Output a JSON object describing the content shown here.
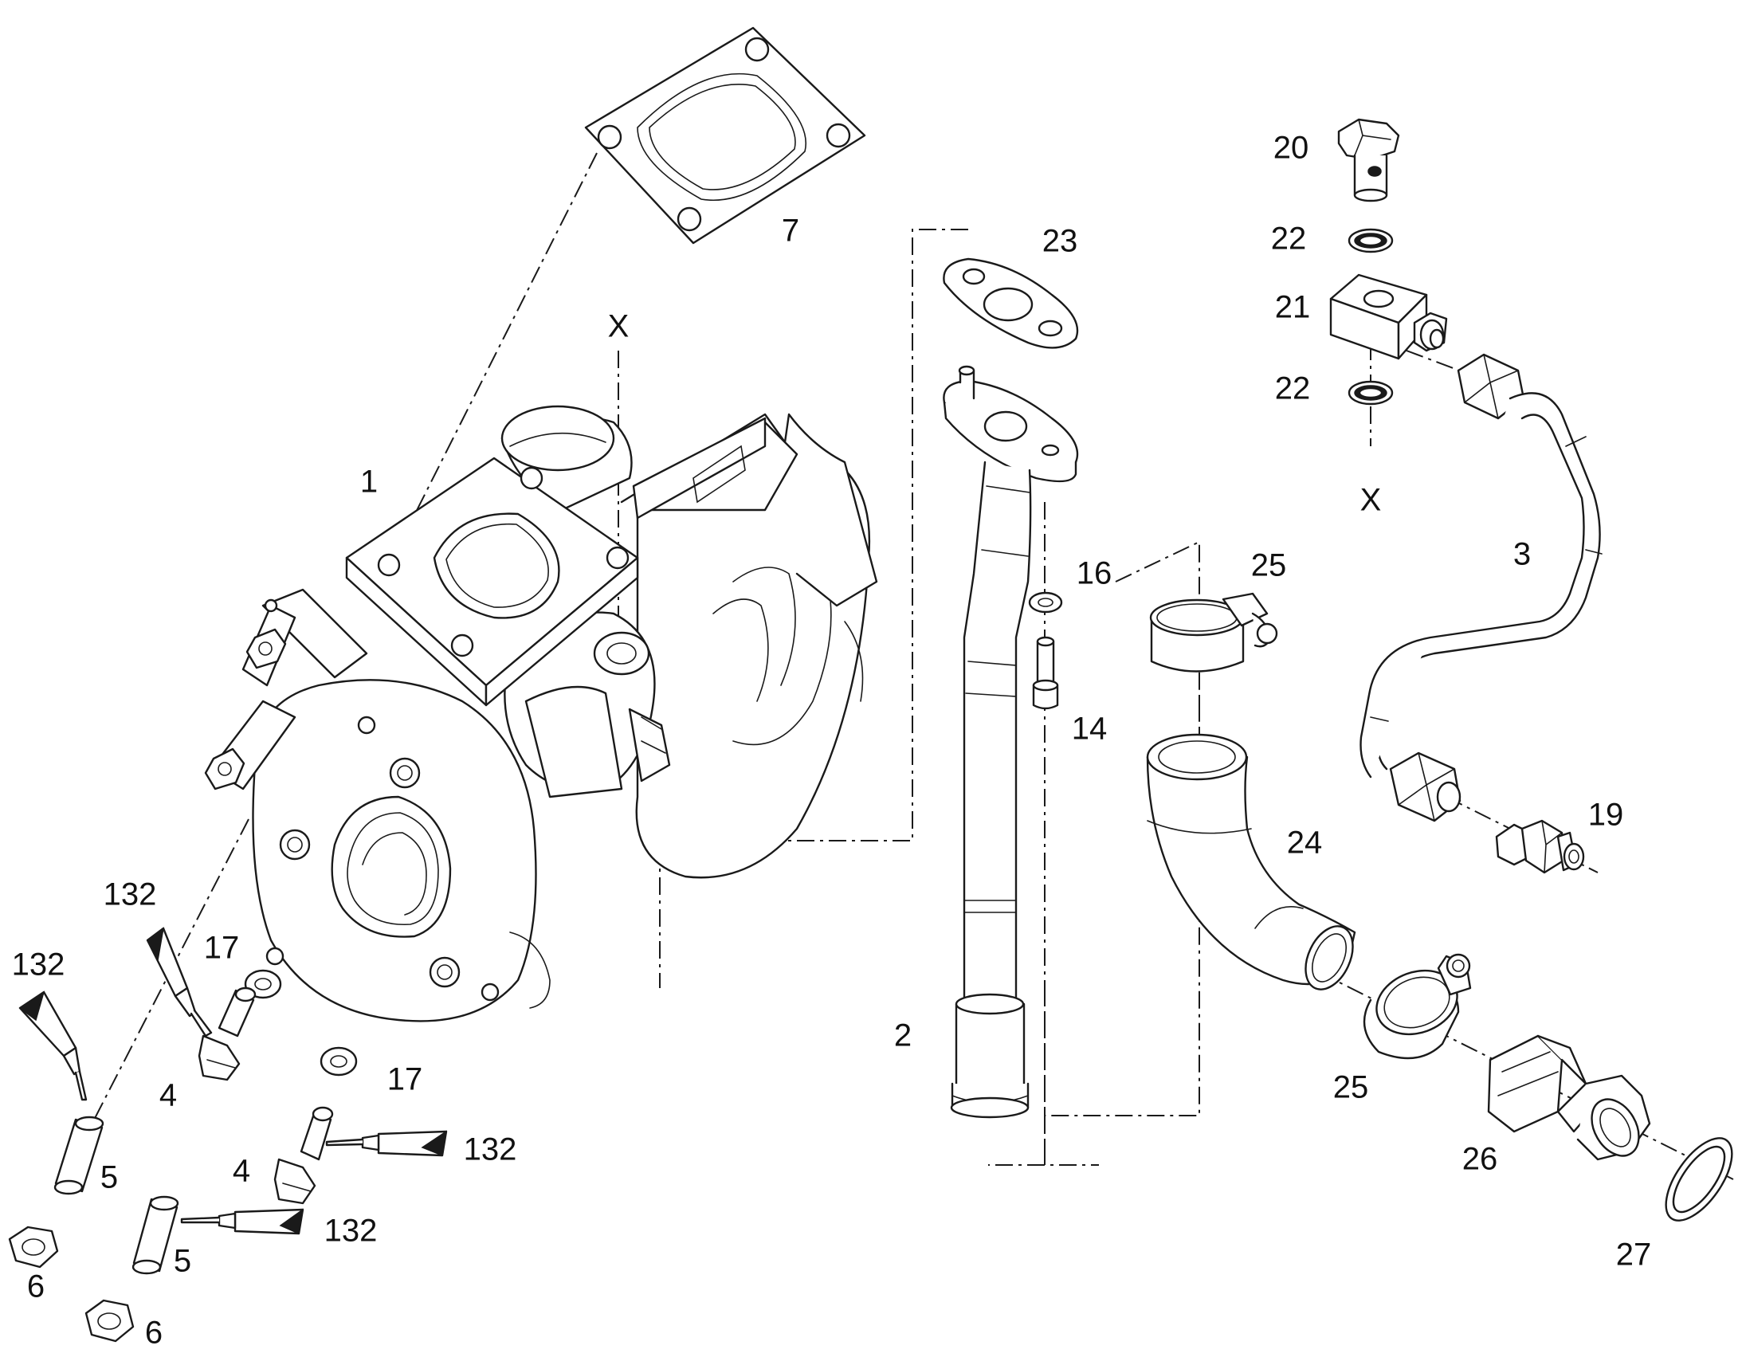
{
  "diagram": {
    "callouts": {
      "c1": "1",
      "c2": "2",
      "c3": "3",
      "c4a": "4",
      "c4b": "4",
      "c5a": "5",
      "c5b": "5",
      "c6a": "6",
      "c6b": "6",
      "c7": "7",
      "c14": "14",
      "c16": "16",
      "c17a": "17",
      "c17b": "17",
      "c19": "19",
      "c20": "20",
      "c21": "21",
      "c22a": "22",
      "c22b": "22",
      "c23": "23",
      "c24": "24",
      "c25a": "25",
      "c25b": "25",
      "c26": "26",
      "c27": "27",
      "c132a": "132",
      "c132b": "132",
      "c132c": "132",
      "c132d": "132",
      "xTop": "X",
      "xBottom": "X"
    }
  }
}
